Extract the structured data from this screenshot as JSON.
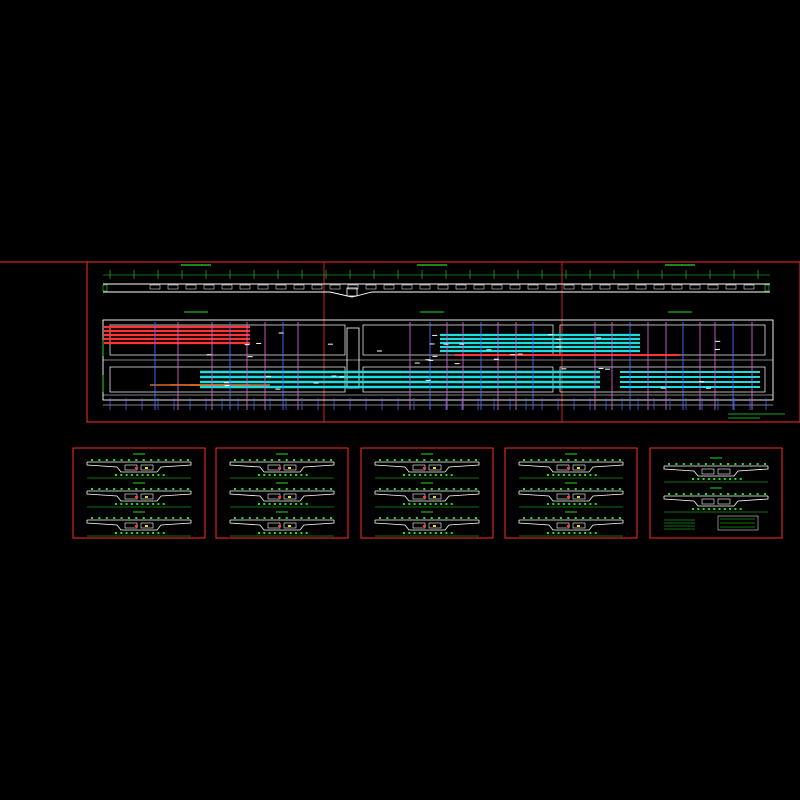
{
  "canvas": {
    "background": "#000000"
  },
  "colors": {
    "frame": "#ff2a2a",
    "outline": "#ffffff",
    "green": "#22dd22",
    "cyan": "#19e0e0",
    "red": "#ff3333",
    "magenta": "#d060d0",
    "blue": "#4a6cff",
    "yellow": "#e0e020",
    "orange": "#ff8030"
  },
  "main_drawing": {
    "description_visible": false,
    "segments": 3,
    "section_labels": [],
    "notes": []
  },
  "section_sheets": [
    {
      "id": "sheet-1",
      "rows": 3
    },
    {
      "id": "sheet-2",
      "rows": 3
    },
    {
      "id": "sheet-3",
      "rows": 3
    },
    {
      "id": "sheet-4",
      "rows": 3
    },
    {
      "id": "sheet-5",
      "rows": 2,
      "has_notes": true
    }
  ]
}
